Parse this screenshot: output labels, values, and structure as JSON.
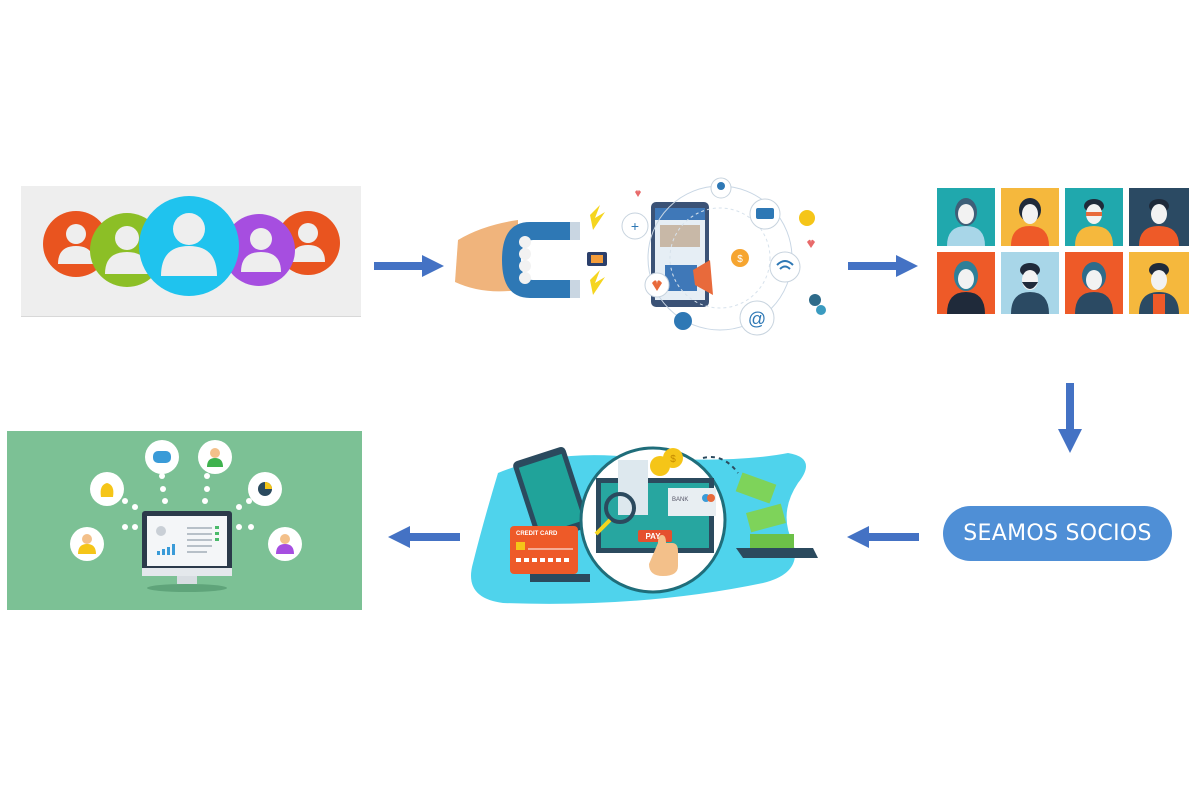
{
  "diagram": {
    "steps": [
      {
        "id": "audience",
        "icon": "user-group-icon"
      },
      {
        "id": "attract",
        "icon": "magnet-marketing-icon"
      },
      {
        "id": "leads",
        "icon": "avatar-grid-icon"
      },
      {
        "id": "partner",
        "label": "SEAMOS SOCIOS"
      },
      {
        "id": "payment",
        "icon": "online-payment-icon",
        "card_label": "CREDIT CARD",
        "pay_label": "PAY",
        "bank_label": "BANK"
      },
      {
        "id": "network",
        "icon": "computer-network-icon"
      }
    ],
    "flow": [
      "audience",
      "attract",
      "leads",
      "partner",
      "payment",
      "network"
    ]
  },
  "colors": {
    "arrow": "#4472c4",
    "button": "#4f8fd6",
    "network_bg": "#7cc195",
    "orange": "#e9541f",
    "green": "#8cbf26",
    "cyan": "#1fc3ee",
    "purple": "#a64ee0"
  }
}
